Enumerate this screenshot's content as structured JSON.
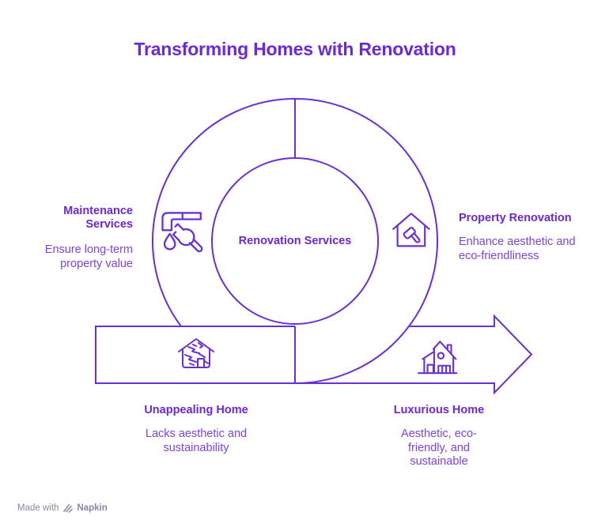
{
  "title": "Transforming Homes with Renovation",
  "colors": {
    "accent": "#6B2FD9",
    "heading": "#6C28D9",
    "body": "#7D44E6",
    "watermark": "#8D83AB"
  },
  "center": {
    "label": "Renovation Services"
  },
  "nodes": [
    {
      "id": "maintenance-services",
      "heading": "Maintenance Services",
      "body": "Ensure long-term property value",
      "icon": "pipe-drop-wrench-icon"
    },
    {
      "id": "property-renovation",
      "heading": "Property Renovation",
      "body": "Enhance aesthetic and eco-friendliness",
      "icon": "house-hammer-icon"
    },
    {
      "id": "unappealing-home",
      "heading": "Unappealing Home",
      "body": "Lacks aesthetic and sustainability",
      "icon": "cracked-house-icon"
    },
    {
      "id": "luxurious-home",
      "heading": "Luxurious Home",
      "body": "Aesthetic, eco-friendly, and sustainable",
      "icon": "modern-house-icon"
    }
  ],
  "watermark": {
    "prefix": "Made with",
    "brand": "Napkin"
  }
}
